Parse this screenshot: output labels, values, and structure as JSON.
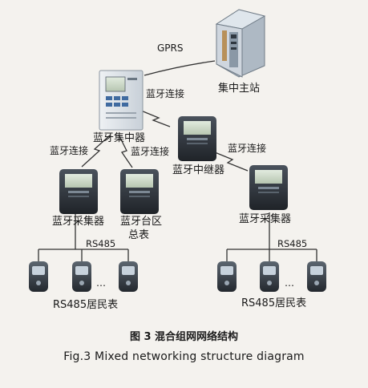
{
  "labels": {
    "gprs": "GPRS",
    "master_station": "集中主站",
    "bt_link_top": "蓝牙连接",
    "concentrator": "蓝牙集中器",
    "bt_link_left": "蓝牙连接",
    "bt_link_mid": "蓝牙连接",
    "bt_link_right": "蓝牙连接",
    "repeater": "蓝牙中继器",
    "collector_left": "蓝牙采集器",
    "district_meter_line1": "蓝牙台区",
    "district_meter_line2": "总表",
    "collector_right": "蓝牙采集器",
    "rs485_left": "RS485",
    "rs485_right": "RS485",
    "resident_meters_left": "RS485居民表",
    "resident_meters_right": "RS485居民表",
    "ellipsis_left": "…",
    "ellipsis_right": "…"
  },
  "caption": {
    "cn": "图 3 混合组网网络结构",
    "en": "Fig.3    Mixed networking structure diagram"
  },
  "colors": {
    "meter_body": "#2c3138",
    "meter_screen": "#c9d6c4",
    "concentrator_body": "#dfe4ea",
    "server_body": "#cfd6de",
    "server_accent": "#b89058",
    "link_line": "#333333"
  }
}
